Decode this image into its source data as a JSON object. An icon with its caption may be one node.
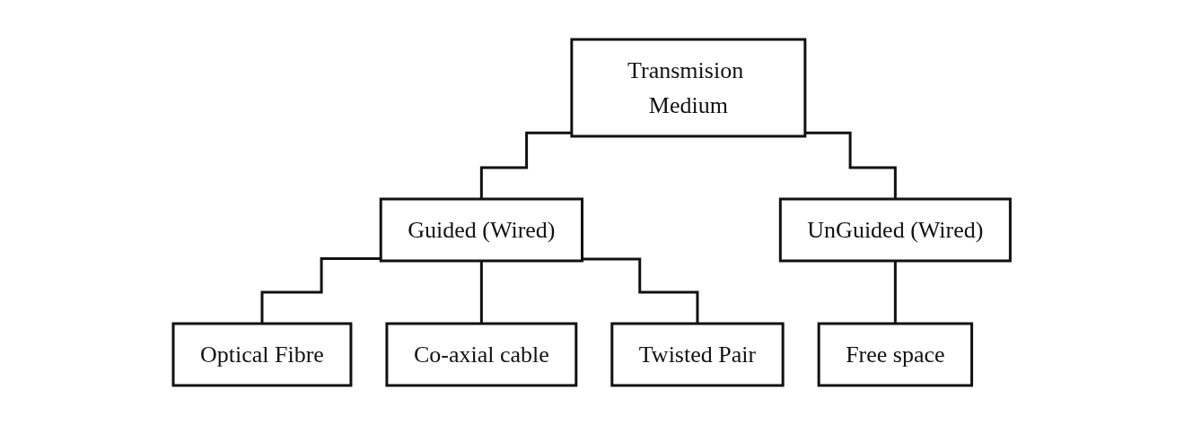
{
  "diagram": {
    "nodes": [
      {
        "text": [
          "Transmision Medium"
        ]
      },
      {
        "text": [
          "Guided (Wired)"
        ]
      },
      {
        "text": [
          "UnGuided (Wired)"
        ]
      },
      {
        "text": [
          "Optical Fibre"
        ]
      },
      {
        "text": [
          "Co-axial cable"
        ]
      },
      {
        "text": [
          "Twisted Pair"
        ]
      },
      {
        "text": [
          "Free space"
        ]
      }
    ],
    "edges": [
      {
        "from": 0,
        "to": 1,
        "arrow": "none"
      },
      {
        "from": 0,
        "to": 2,
        "arrow": "none"
      },
      {
        "from": 1,
        "to": 3,
        "arrow": "none"
      },
      {
        "from": 1,
        "to": 4,
        "arrow": "none"
      },
      {
        "from": 1,
        "to": 5,
        "arrow": "none"
      },
      {
        "from": 2,
        "to": 6,
        "arrow": "none"
      }
    ]
  }
}
